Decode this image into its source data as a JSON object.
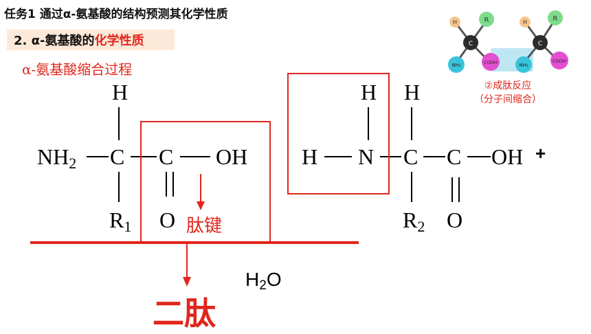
{
  "task_title": "任务1 通过α-氨基酸的结构预测其化学性质",
  "section": {
    "prefix": "2. α-氨基酸的",
    "highlight": "化学性质"
  },
  "subtitle": "α-氨基酸缩合过程",
  "molecule1": {
    "h_top": "H",
    "nh2": "NH",
    "nh2_sub": "2",
    "c_alpha": "C",
    "c_carboxyl": "C",
    "oh": "OH",
    "r": "R",
    "r_sub": "1",
    "o": "O"
  },
  "molecule2": {
    "h_left": "H",
    "h_on_n": "H",
    "n": "N",
    "h_top": "H",
    "c_alpha": "C",
    "c_carboxyl": "C",
    "oh": "OH",
    "r": "R",
    "r_sub": "2",
    "o": "O"
  },
  "plus_sign": "+",
  "bond_label": "肽键",
  "water": {
    "main": "H",
    "sub": "2",
    "tail": "O"
  },
  "product": "二肽",
  "model": {
    "note_line1": "②成肽反应",
    "note_line2": "（分子间缩合）",
    "atom_h": "H",
    "atom_r": "R",
    "atom_c": "C",
    "atom_nh2": "NH₂",
    "atom_cooh": "COOH",
    "colors": {
      "h": "#f6c48a",
      "r": "#7ddc8a",
      "c": "#2b2b2b",
      "nh2": "#39c4dc",
      "cooh": "#e24fd0",
      "bond_band": "#bfe7f3"
    }
  },
  "colors": {
    "accent": "#e1261c",
    "section_bg": "#fde9d9"
  }
}
